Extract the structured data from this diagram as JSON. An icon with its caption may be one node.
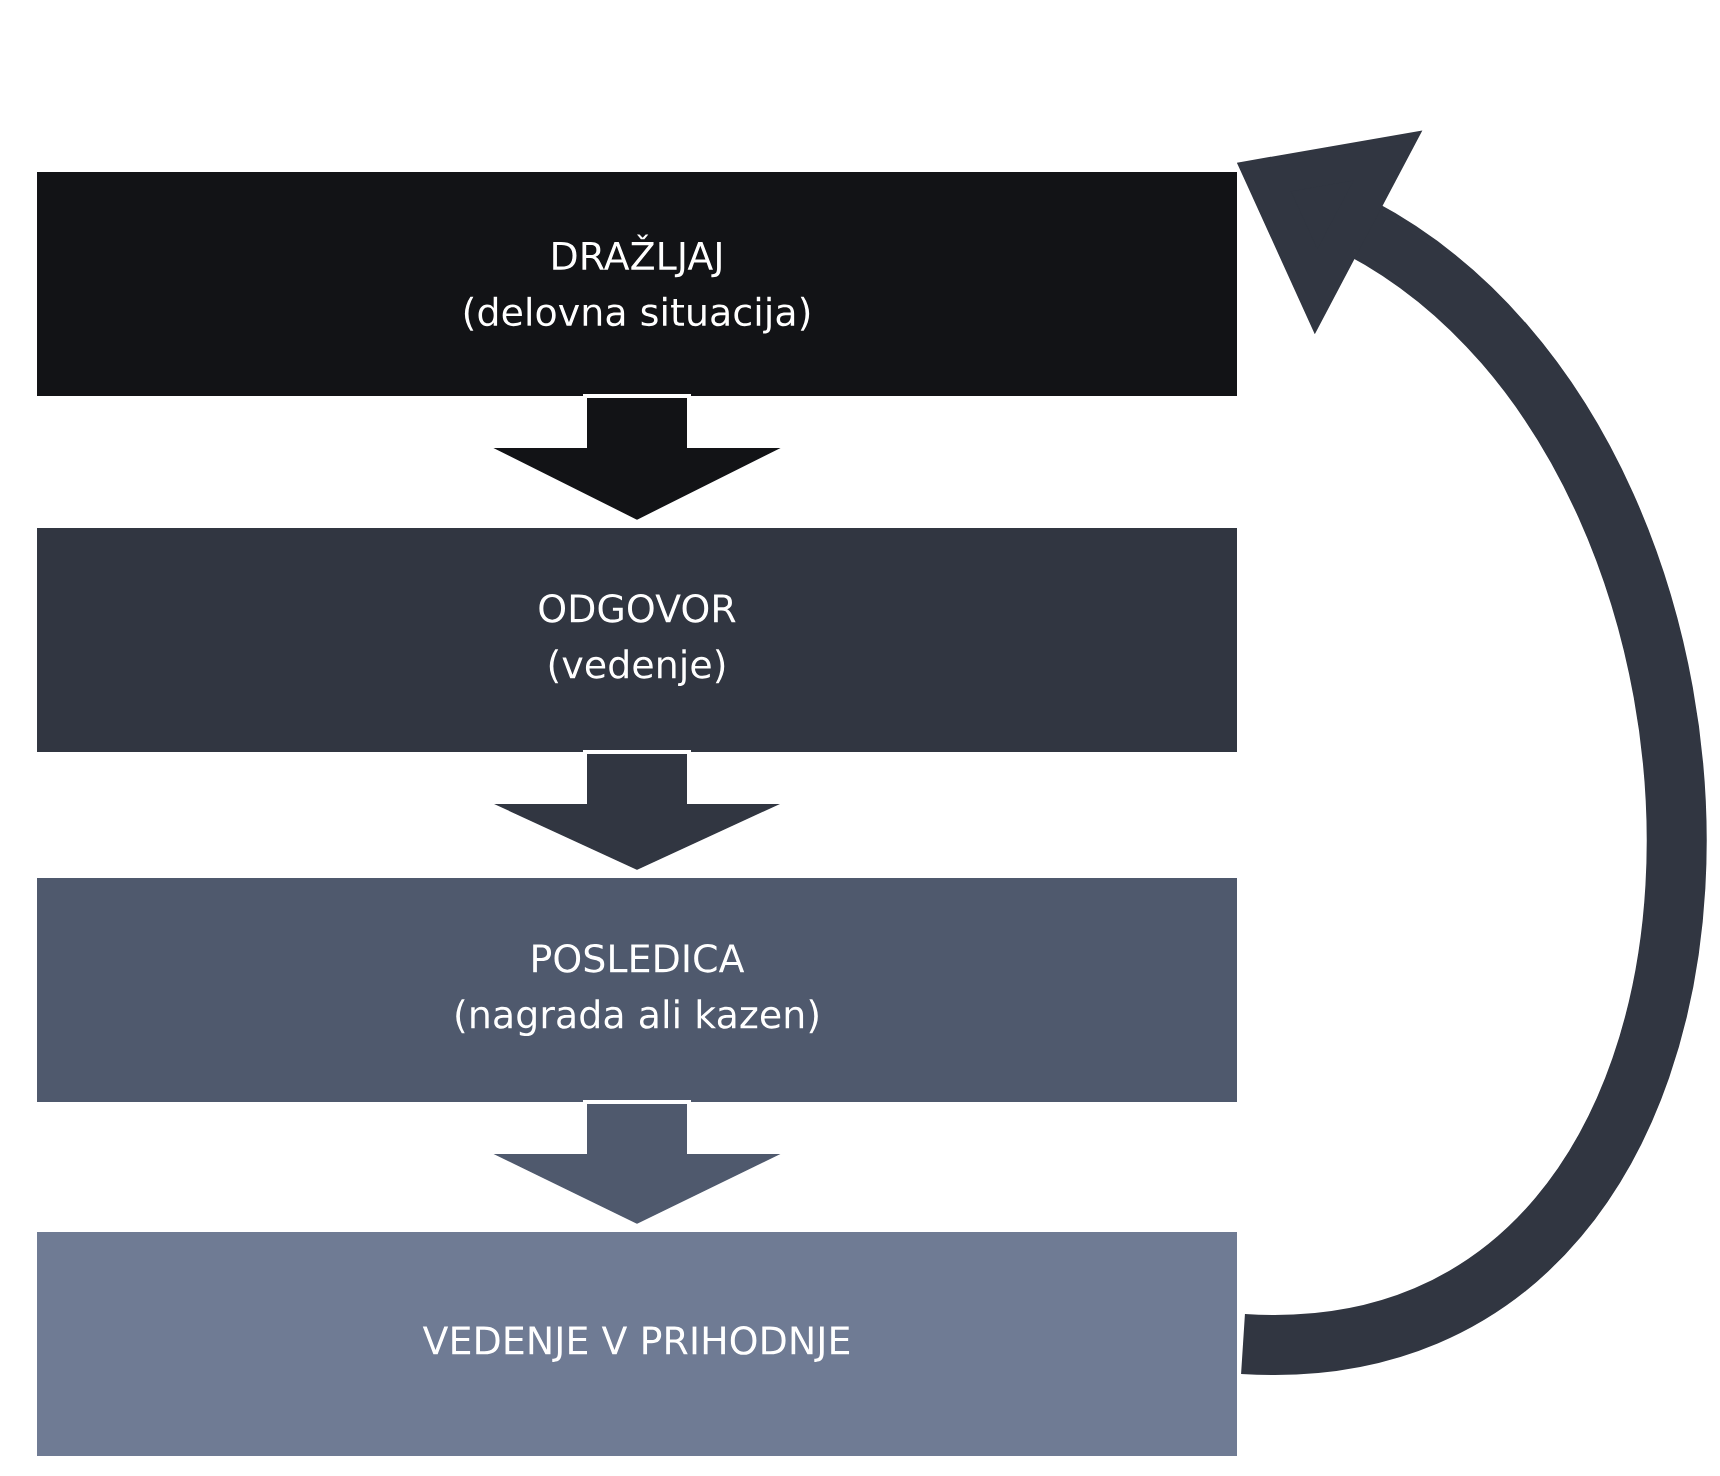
{
  "diagram": {
    "nodes": [
      {
        "text": [
          "DRAŽLJAJ",
          "(delovna situacija)"
        ]
      },
      {
        "text": [
          "ODGOVOR",
          "(vedenje)"
        ]
      },
      {
        "text": [
          "POSLEDICA",
          "(nagrada ali kazen)"
        ]
      },
      {
        "text": [
          "VEDENJE V PRIHODNJE"
        ]
      }
    ],
    "edges": [
      {
        "from": 0,
        "to": 1,
        "arrow": "to"
      },
      {
        "from": 1,
        "to": 2,
        "arrow": "to"
      },
      {
        "from": 2,
        "to": 3,
        "arrow": "to"
      },
      {
        "from": 3,
        "to": 0,
        "arrow": "to"
      }
    ]
  }
}
